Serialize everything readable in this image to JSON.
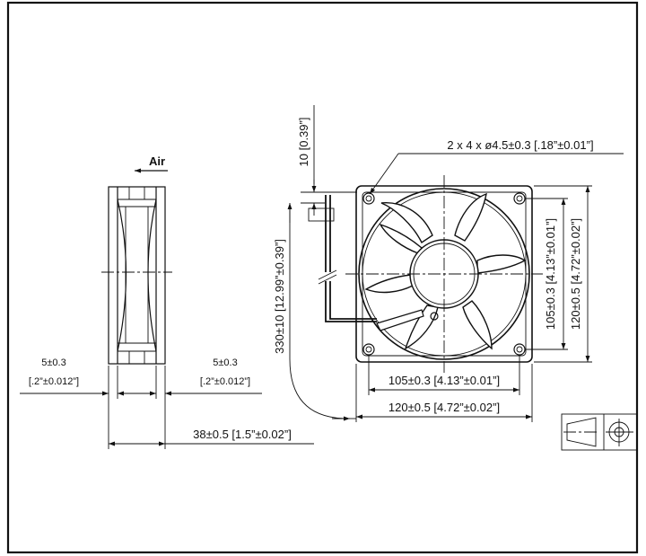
{
  "labels": {
    "air": "Air",
    "holes": "2 x 4 x ø4.5±0.3 [.18”±0.01”]",
    "lead_clear": "10 [0.39”]",
    "lead_len": "330±10 [12.99”±0.39”]",
    "v_pitch": "105±0.3 [4.13”±0.01”]",
    "v_size": "120±0.5 [4.72”±0.02”]",
    "h_pitch": "105±0.3 [4.13”±0.01”]",
    "h_size": "120±0.5 [4.72”±0.02”]",
    "flange_l_val": "5±0.3",
    "flange_l_in": "[.2”±0.012”]",
    "flange_r_val": "5±0.3",
    "flange_r_in": "[.2”±0.012”]",
    "depth": "38±0.5 [1.5”±0.02”]"
  },
  "icons": [
    "third-angle-projection-icon",
    "arrow-icon",
    "dimension-arrow-icon"
  ],
  "colors": {
    "line": "#111111",
    "background": "#ffffff"
  }
}
